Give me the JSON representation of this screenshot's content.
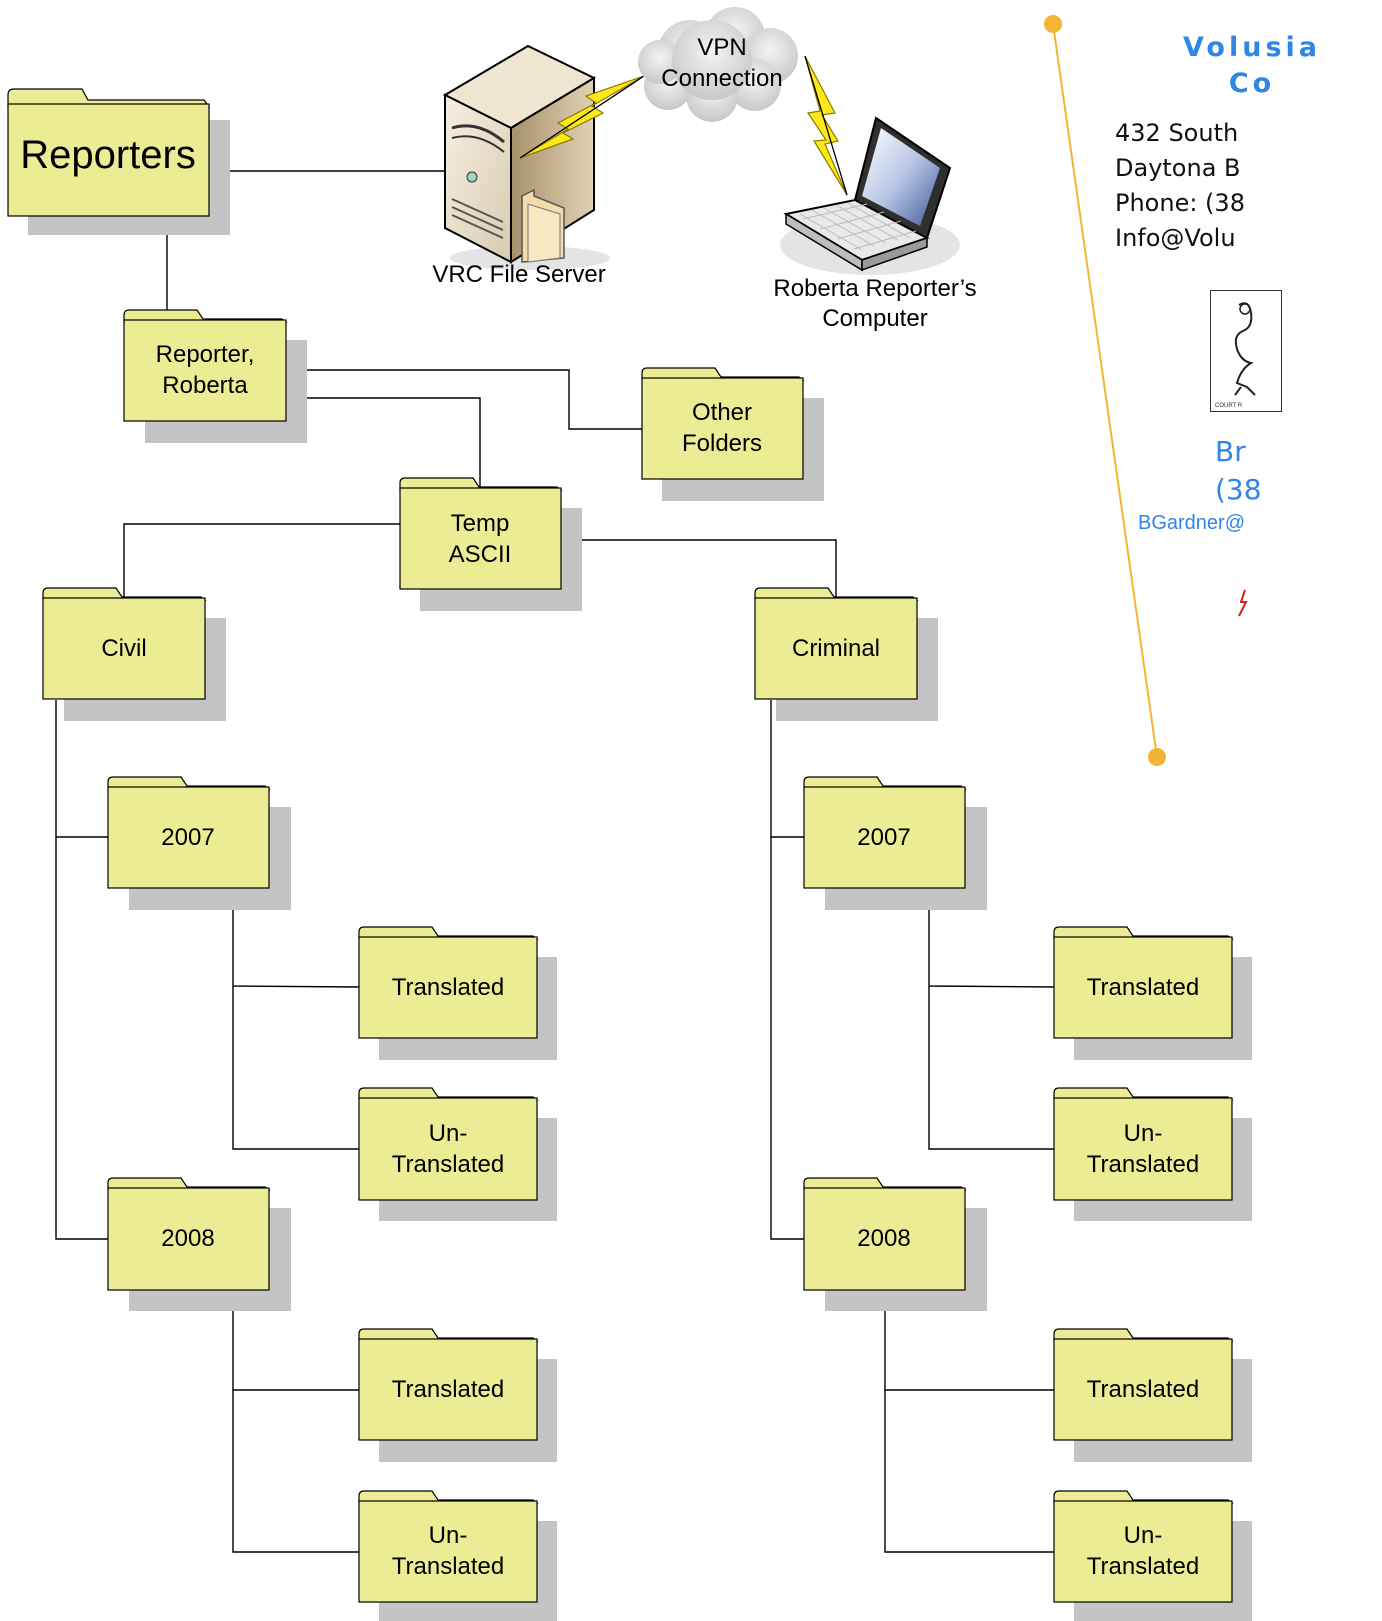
{
  "network": {
    "server_label": "VRC File Server",
    "vpn_label_line1": "VPN",
    "vpn_label_line2": "Connection",
    "laptop_label_line1": "Roberta Reporter’s",
    "laptop_label_line2": "Computer"
  },
  "folders": {
    "reporters": "Reporters",
    "reporter_roberta_1": "Reporter,",
    "reporter_roberta_2": "Roberta",
    "other_folders_1": "Other",
    "other_folders_2": "Folders",
    "temp_ascii_1": "Temp",
    "temp_ascii_2": "ASCII",
    "civil": "Civil",
    "criminal": "Criminal",
    "year_2007": "2007",
    "year_2008": "2008",
    "translated": "Translated",
    "untranslated_1": "Un-",
    "untranslated_2": "Translated"
  },
  "sidebar": {
    "title_line1": "Volusia",
    "title_line2": "Co",
    "address_line1": "432 South",
    "address_line2": "Daytona B",
    "address_line3": "Phone: (38",
    "address_line4": "Info@Volu",
    "logo_caption": "COURT R",
    "contact_name": "Br",
    "contact_phone": "(38",
    "contact_email": "BGardner@"
  },
  "colors": {
    "folder_fill": "#ecec94",
    "folder_shadow": "#c4c4c4",
    "accent_line": "#f2b533",
    "accent_text": "#2f86e6"
  }
}
